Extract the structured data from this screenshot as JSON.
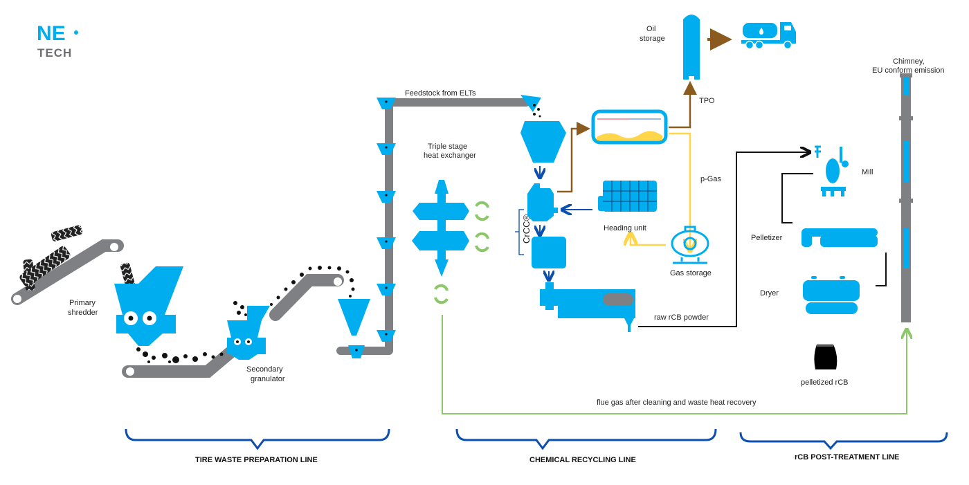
{
  "logo": {
    "top": "NE",
    "bottom": "TECH"
  },
  "colors": {
    "equipment": "#00aeef",
    "conveyor": "#7f8083",
    "bracket": "#0d4fae",
    "flow_oil": "#8b5a1e",
    "flow_gas": "#ffd54a",
    "flow_heat": "#8cc86a",
    "flow_rcb": "#111111",
    "internal_arrow": "#0d4fae"
  },
  "labels": {
    "primary_shredder": [
      "Primary",
      "shredder"
    ],
    "secondary_granulator": [
      "Secondary",
      "granulator"
    ],
    "feedstock": "Feedstock from ELTs",
    "heat_exchanger": [
      "Triple stage",
      "heat exchanger"
    ],
    "crcc": "CrCC®",
    "oil_storage": [
      "Oil",
      "storage"
    ],
    "tpo": "TPO",
    "p_gas": "p-Gas",
    "heading_unit": "Heading unit",
    "gas_storage": "Gas storage",
    "raw_rcb": "raw rCB powder",
    "chimney": [
      "Chimney,",
      "EU conform emission"
    ],
    "mill": "Mill",
    "pelletizer": "Pelletizer",
    "dryer": "Dryer",
    "pelletized_rcb": "pelletized rCB",
    "flue_gas": "flue gas after cleaning and waste heat recovery"
  },
  "sections": [
    {
      "label": "TIRE WASTE PREPARATION LINE"
    },
    {
      "label": "CHEMICAL RECYCLING LINE"
    },
    {
      "label": "rCB POST-TREATMENT LINE"
    }
  ]
}
